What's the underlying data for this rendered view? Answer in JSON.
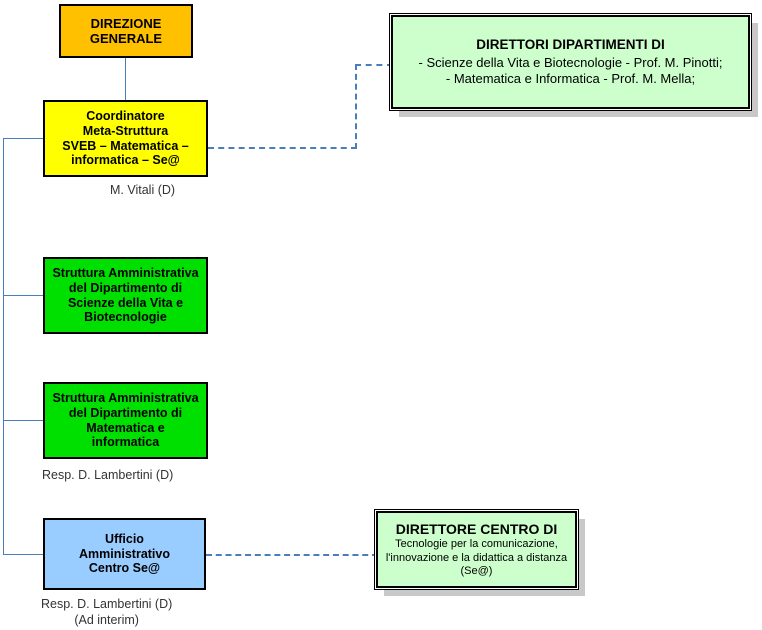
{
  "diagram": {
    "title": "Organigramma Meta-Struttura SVEB - Matematica - Informatica - Se@",
    "colors": {
      "orange": "#ffc000",
      "yellow": "#ffff00",
      "green": "#00e000",
      "pale_green": "#ccffcc",
      "blue": "#99ccff",
      "connector": "#4a7ebb",
      "shadow": "#c8c8c8"
    }
  },
  "nodes": {
    "direzione_generale": {
      "line1": "DIREZIONE",
      "line2": "GENERALE"
    },
    "coordinatore": {
      "line1": "Coordinatore",
      "line2": "Meta-Struttura",
      "line3": "SVEB – Matematica –",
      "line4": "informatica – Se@"
    },
    "direttori_dipartimenti": {
      "title": "DIRETTORI DIPARTIMENTI DI",
      "line1": "-  Scienze della Vita e Biotecnologie - Prof. M. Pinotti;",
      "line2": "- Matematica e Informatica - Prof. M. Mella;"
    },
    "struttura_sveb": {
      "line1": "Struttura Amministrativa",
      "line2": "del Dipartimento di",
      "line3": "Scienze della Vita e",
      "line4": "Biotecnologie"
    },
    "struttura_matinf": {
      "line1": "Struttura Amministrativa",
      "line2": "del Dipartimento di",
      "line3": "Matematica e",
      "line4": "informatica"
    },
    "ufficio_se": {
      "line1": "Ufficio",
      "line2": "Amministrativo",
      "line3": "Centro Se@"
    },
    "direttore_centro": {
      "title": "DIRETTORE CENTRO DI",
      "line1": "Tecnologie per la comunicazione,",
      "line2": "l'innovazione e la didattica a distanza",
      "line3": "(Se@)"
    }
  },
  "captions": {
    "vitali": "M. Vitali (D)",
    "lambertini": "Resp. D. Lambertini (D)",
    "lambertini_interim_line1": "Resp. D. Lambertini (D)",
    "lambertini_interim_line2": "(Ad interim)"
  }
}
